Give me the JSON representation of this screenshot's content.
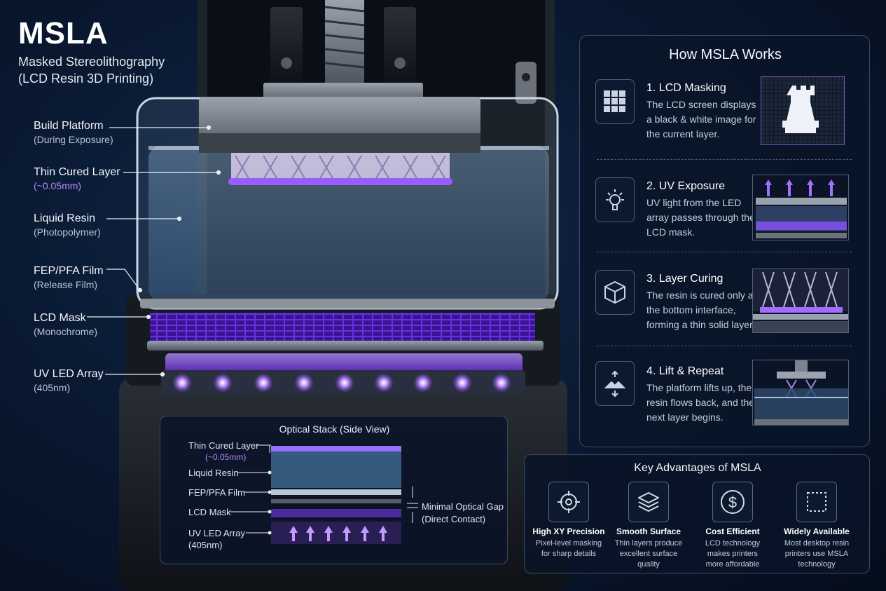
{
  "header": {
    "title": "MSLA",
    "subtitle_line1": "Masked Stereolithography",
    "subtitle_line2": "(LCD Resin 3D Printing)"
  },
  "labels": [
    {
      "name": "Build Platform",
      "sub": "(During Exposure)"
    },
    {
      "name": "Thin Cured Layer",
      "sub": "(~0.05mm)"
    },
    {
      "name": "Liquid Resin",
      "sub": "(Photopolymer)"
    },
    {
      "name": "FEP/PFA Film",
      "sub": "(Release Film)"
    },
    {
      "name": "LCD Mask",
      "sub": "(Monochrome)"
    },
    {
      "name": "UV LED Array",
      "sub": "(405nm)"
    }
  ],
  "how_it_works": {
    "title": "How MSLA Works",
    "steps": [
      {
        "title": "1. LCD Masking",
        "desc": "The LCD screen displays a black & white image for the current layer.",
        "icon": "grid-icon"
      },
      {
        "title": "2. UV Exposure",
        "desc": "UV light from the LED array passes through the LCD mask.",
        "icon": "lightbulb-icon"
      },
      {
        "title": "3. Layer Curing",
        "desc": "The resin is cured only at the bottom interface, forming a thin solid layer.",
        "icon": "cube-icon"
      },
      {
        "title": "4. Lift & Repeat",
        "desc": "The platform lifts up, the resin flows back, and the next layer begins.",
        "icon": "lift-icon"
      }
    ]
  },
  "optical_stack": {
    "title": "Optical Stack (Side View)",
    "layers": [
      {
        "name": "Thin Cured Layer",
        "sub": "(~0.05mm)"
      },
      {
        "name": "Liquid Resin",
        "sub": ""
      },
      {
        "name": "FEP/PFA Film",
        "sub": ""
      },
      {
        "name": "LCD Mask",
        "sub": ""
      },
      {
        "name": "UV LED Array",
        "sub": "(405nm)"
      }
    ],
    "gap_label": "Minimal Optical Gap",
    "gap_sub": "(Direct Contact)"
  },
  "advantages": {
    "title": "Key Advantages of MSLA",
    "items": [
      {
        "name": "High XY Precision",
        "desc": "Pixel-level masking for sharp details",
        "icon": "target-icon"
      },
      {
        "name": "Smooth Surface",
        "desc": "Thin layers produce excellent surface quality",
        "icon": "layers-icon"
      },
      {
        "name": "Cost Efficient",
        "desc": "LCD technology makes printers more affordable",
        "icon": "dollar-icon"
      },
      {
        "name": "Widely Available",
        "desc": "Most desktop resin printers use MSLA technology",
        "icon": "dashed-square-icon"
      }
    ]
  },
  "colors": {
    "uv_purple": "#8a4dff",
    "background": "#0a1a33",
    "panel_border": "#3b4b66"
  }
}
